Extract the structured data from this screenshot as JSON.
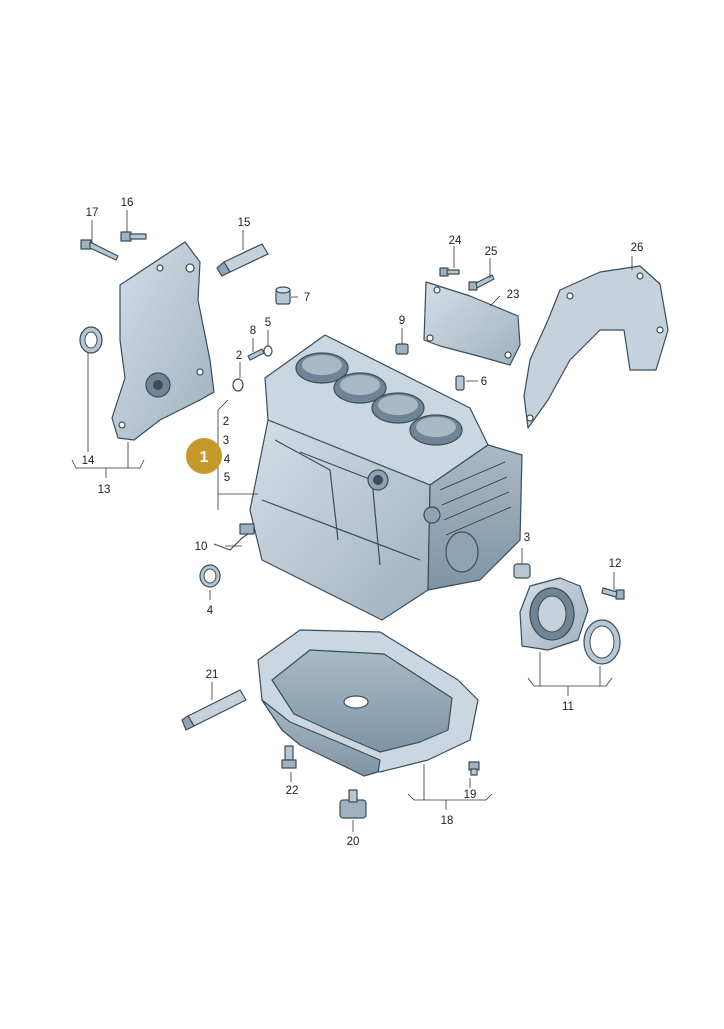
{
  "diagram": {
    "highlighted_callout": "1",
    "highlight_color": "#c69a2a",
    "part_color": "#b7c6d1",
    "part_shade": "#8fa3b2",
    "callouts": {
      "c2a": "2",
      "c2b": "2",
      "c3a": "3",
      "c3b": "3",
      "c4a": "4",
      "c4b": "4",
      "c5a": "5",
      "c5b": "5",
      "c6": "6",
      "c7": "7",
      "c8": "8",
      "c9": "9",
      "c10": "10",
      "c11": "11",
      "c12": "12",
      "c13": "13",
      "c14": "14",
      "c15": "15",
      "c16": "16",
      "c17": "17",
      "c18": "18",
      "c19": "19",
      "c20": "20",
      "c21": "21",
      "c22": "22",
      "c23": "23",
      "c24": "24",
      "c25": "25",
      "c26": "26"
    }
  }
}
